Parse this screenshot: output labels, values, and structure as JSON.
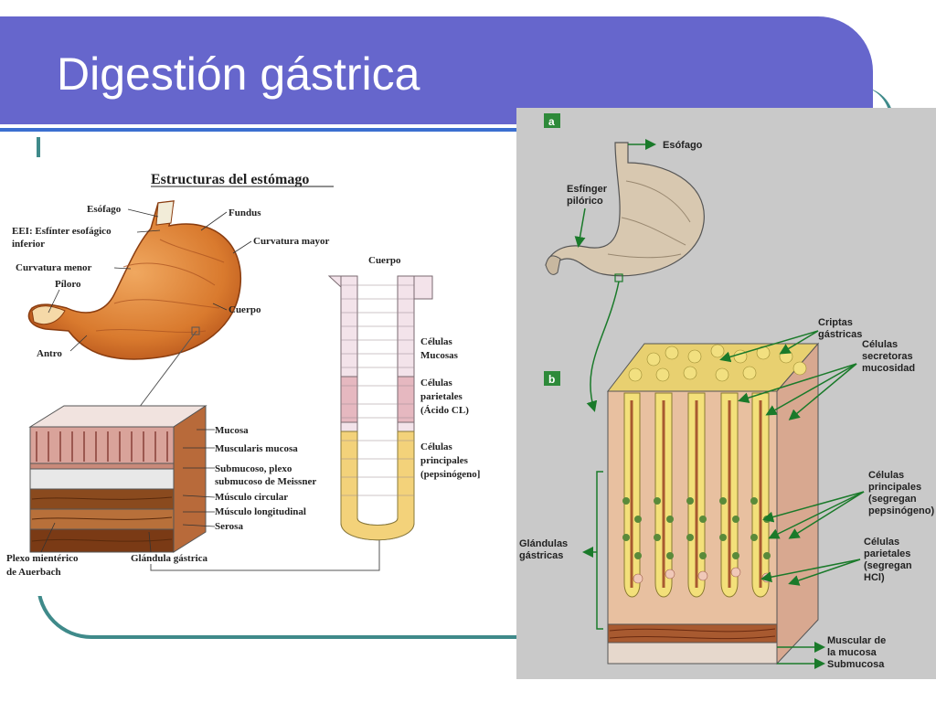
{
  "slide": {
    "title": "Digestión gástrica",
    "colors": {
      "title_bar": "#6666cc",
      "frame": "#3f8a8a",
      "accent_line": "#3b6fd0"
    }
  },
  "left_figure": {
    "heading": "Estructuras del estómago",
    "stomach_labels": {
      "esofago": "Esófago",
      "eei_1": "EEI: Esfínter esofágico",
      "eei_2": "inferior",
      "curvatura_menor": "Curvatura menor",
      "piloro": "Píloro",
      "antro": "Antro",
      "fundus": "Fundus",
      "curvatura_mayor": "Curvatura mayor",
      "cuerpo": "Cuerpo"
    },
    "wall_layers": {
      "mucosa": "Mucosa",
      "muscularis": "Muscularis mucosa",
      "submucoso_1": "Submucoso, plexo",
      "submucoso_2": "submucoso de Meissner",
      "circular": "Músculo circular",
      "longitudinal": "Músculo longitudinal",
      "serosa": "Serosa",
      "plexo_1": "Plexo mientérico",
      "plexo_2": "de Auerbach",
      "glandula": "Glándula gástrica"
    },
    "gland_labels": {
      "cuerpo": "Cuerpo",
      "mucosas_1": "Células",
      "mucosas_2": "Mucosas",
      "parietales_1": "Células",
      "parietales_2": "parietales",
      "parietales_3": "(Ácido CL)",
      "principales_1": "Células",
      "principales_2": "principales",
      "principales_3": "(pepsinógeno]"
    }
  },
  "right_figure": {
    "panel_a": "a",
    "panel_b": "b",
    "esofago": "Esófago",
    "esfinter_1": "Esfínger",
    "esfinter_2": "pilórico",
    "criptas_1": "Criptas",
    "criptas_2": "gástricas",
    "secretoras_1": "Células",
    "secretoras_2": "secretoras",
    "secretoras_3": "mucosidad",
    "principales_1": "Células",
    "principales_2": "principales",
    "principales_3": "(segregan",
    "principales_4": "pepsinógeno)",
    "glandulas_1": "Glándulas",
    "glandulas_2": "gástricas",
    "parietales_1": "Células",
    "parietales_2": "parietales",
    "parietales_3": "(segregan",
    "parietales_4": "HCl)",
    "muscular_1": "Muscular de",
    "muscular_2": "la mucosa",
    "submucosa": "Submucosa"
  }
}
